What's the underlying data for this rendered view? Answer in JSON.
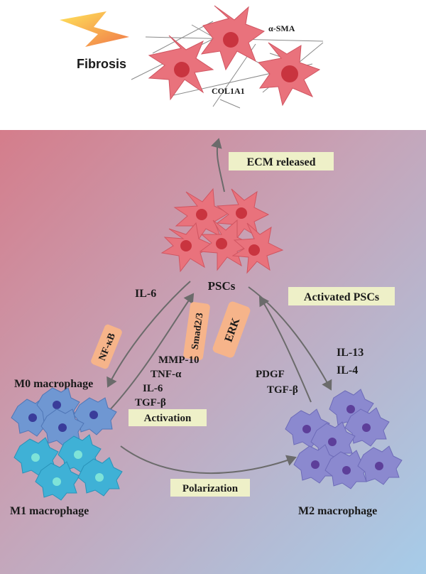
{
  "top": {
    "fibrosis": "Fibrosis",
    "alpha_sma": "α-SMA",
    "col1a1": "COL1A1"
  },
  "center": {
    "ecm_released": "ECM released",
    "pscs": "PSCs",
    "activated_pscs": "Activated PSCs"
  },
  "left": {
    "il6": "IL-6",
    "nfkb": "NF-κB",
    "smad": "Smad2/3",
    "erk": "ERK",
    "factors": [
      "MMP-10",
      "TNF-α",
      "IL-6",
      "TGF-β"
    ],
    "activation": "Activation",
    "m0": "M0 macrophage",
    "m1": "M1 macrophage"
  },
  "right": {
    "il13": "IL-13",
    "il4": "IL-4",
    "pdgf": "PDGF",
    "tgfb": "TGF-β",
    "m2": "M2 macrophage"
  },
  "bottom": {
    "polarization": "Polarization"
  },
  "colors": {
    "bg_top": "#d7828f",
    "bg_bottom": "#a9cde8",
    "label_box": "#eef0c8",
    "pathway_box": "#f6b48a",
    "cell_body": "#e8626d",
    "cell_nucleus": "#c8323f",
    "m0_cell": "#6f97d2",
    "m1_cell": "#3fb1d6",
    "m2_cell": "#8b89cf"
  }
}
